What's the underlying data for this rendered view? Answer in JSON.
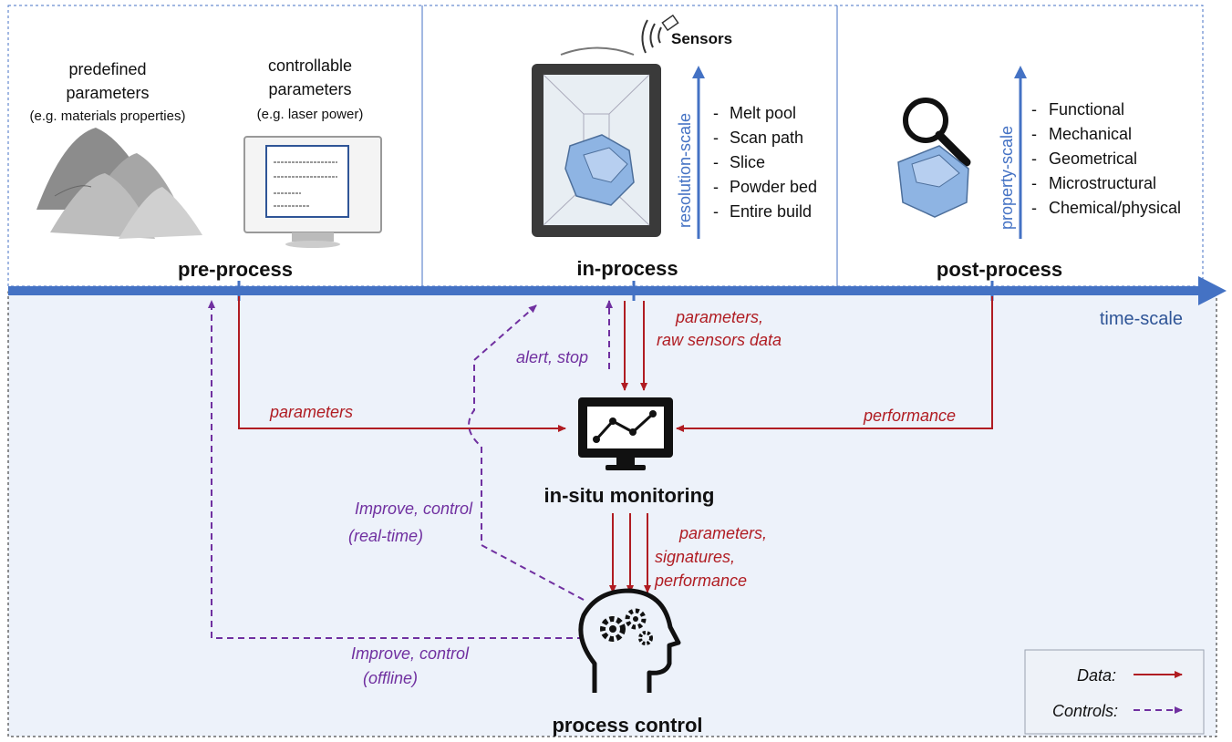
{
  "stages": {
    "pre": {
      "title": "pre-process",
      "predefined": [
        "predefined",
        "parameters",
        "(e.g. materials properties)"
      ],
      "controllable": [
        "controllable",
        "parameters",
        "(e.g. laser power)"
      ]
    },
    "in": {
      "title": "in-process",
      "sensors_label": "Sensors",
      "scale_label": "resolution-scale",
      "scale_items": [
        "Melt pool",
        "Scan path",
        "Slice",
        "Powder bed",
        "Entire build"
      ]
    },
    "post": {
      "title": "post-process",
      "scale_label": "property-scale",
      "scale_items": [
        "Functional",
        "Mechanical",
        "Geometrical",
        "Microstructural",
        "Chemical/physical"
      ]
    }
  },
  "timeline": {
    "label": "time-scale"
  },
  "monitoring": {
    "title": "in-situ monitoring"
  },
  "control": {
    "title": "process control"
  },
  "flows": {
    "pre_to_monitor": "parameters",
    "in_to_monitor": [
      "parameters,",
      "raw sensors data"
    ],
    "post_to_monitor": "performance",
    "monitor_to_in": "alert, stop",
    "monitor_to_control": [
      "parameters,",
      "signatures,",
      "performance"
    ],
    "control_realtime": [
      "Improve, control",
      "(real-time)"
    ],
    "control_offline": [
      "Improve, control",
      "(offline)"
    ]
  },
  "legend": {
    "data": "Data:",
    "controls": "Controls:"
  },
  "colors": {
    "data": "#b01c22",
    "control": "#7030a0",
    "timeline": "#4472c4",
    "border": "#4472c4"
  },
  "icons": [
    "powder-piles-icon",
    "computer-monitor-icon",
    "3d-printer-icon",
    "sensor-icon",
    "magnifier-icon",
    "crystal-part-icon",
    "monitoring-screen-icon",
    "head-gears-icon"
  ]
}
